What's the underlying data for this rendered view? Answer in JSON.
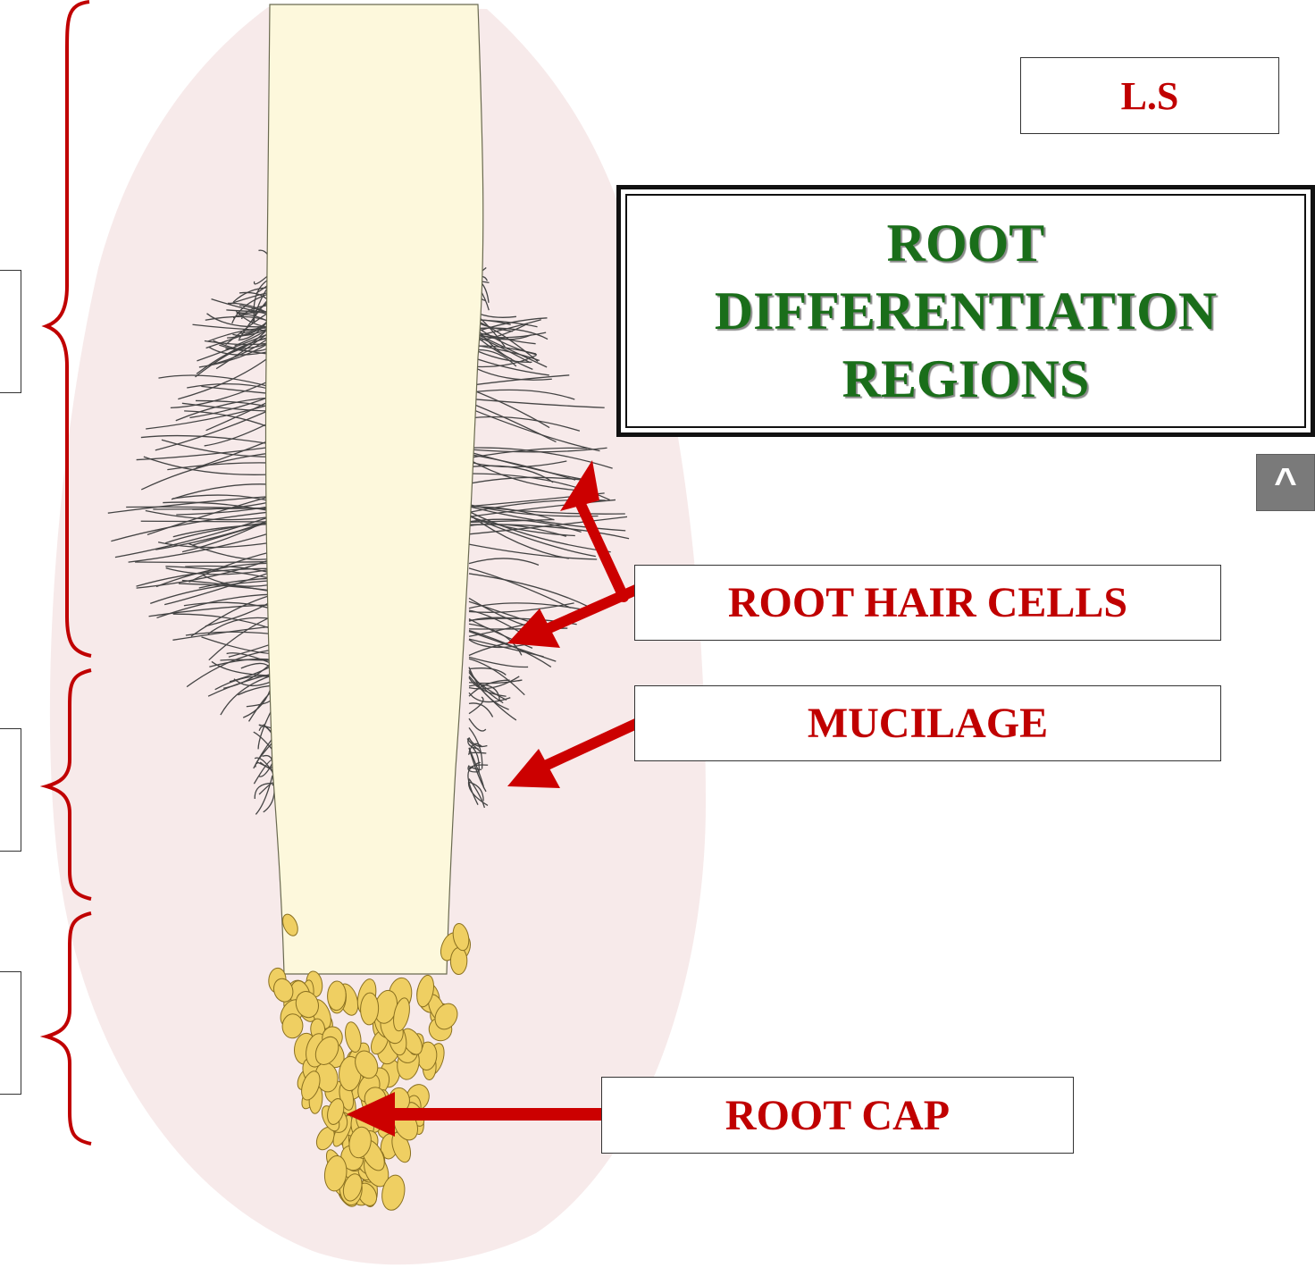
{
  "labels": {
    "section": "L.S",
    "root_hair_cells": "ROOT HAIR CELLS",
    "mucilage": "MUCILAGE",
    "root_cap": "ROOT CAP"
  },
  "title": {
    "lines": [
      "ROOT",
      "DIFFERENTIATION",
      "REGIONS"
    ]
  },
  "nav": {
    "up_label": "^"
  },
  "colors": {
    "arrow": "#cc0000",
    "brace": "#c00000",
    "label_text": "#c00000",
    "title_text": "#1a6e1a",
    "mucilage_halo": "#f5e4e4",
    "root_body": "#fdf8dc",
    "root_cap_cells": "#efcf62",
    "up_button": "#7a7a7a"
  },
  "icons": {
    "up_button": "caret-up-icon",
    "arrows": "arrow-icon",
    "braces": "curly-brace-icon"
  }
}
